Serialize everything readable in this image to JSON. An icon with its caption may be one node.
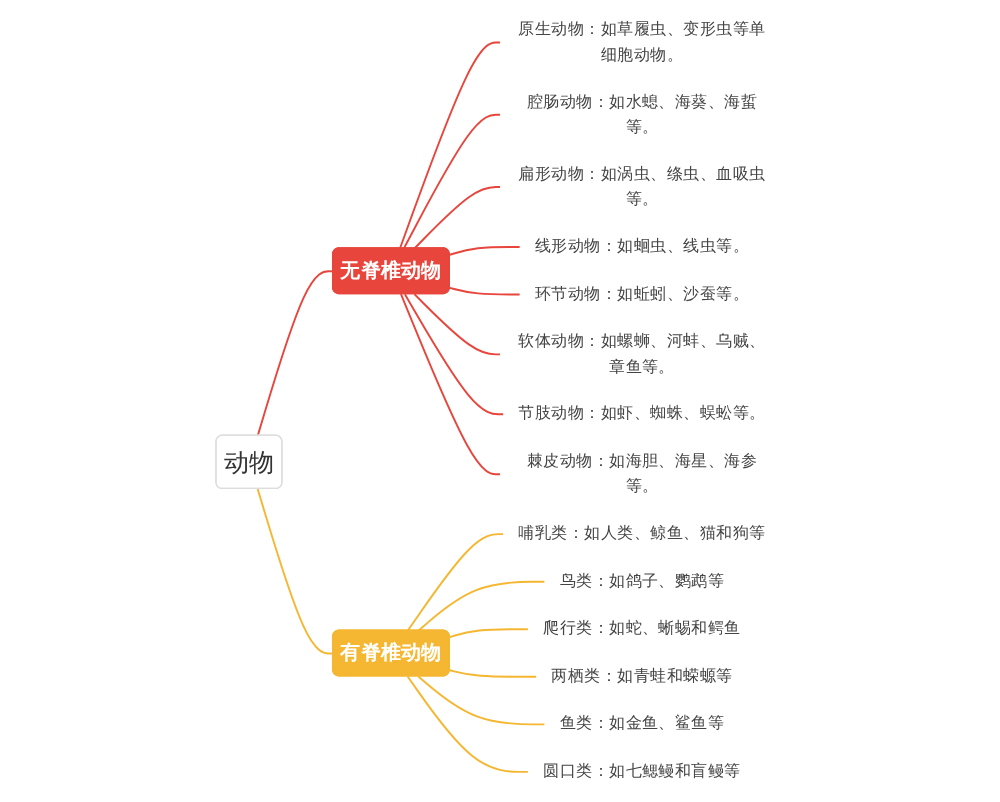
{
  "diagram": {
    "nodes": [
      {
        "text": [
          "动物"
        ]
      },
      {
        "text": [
          "无脊椎动物"
        ]
      },
      {
        "text": [
          "原生动物：如草履虫、变形虫等单细胞动物。"
        ]
      },
      {
        "text": [
          "腔肠动物：如水螅、海葵、海蜇等。"
        ]
      },
      {
        "text": [
          "扁形动物：如涡虫、绦虫、血吸虫等。"
        ]
      },
      {
        "text": [
          "线形动物：如蛔虫、线虫等。"
        ]
      },
      {
        "text": [
          "环节动物：如蚯蚓、沙蚕等。"
        ]
      },
      {
        "text": [
          "软体动物：如螺蛳、河蚌、乌贼、章鱼等。"
        ]
      },
      {
        "text": [
          "节肢动物：如虾、蜘蛛、蜈蚣等。"
        ]
      },
      {
        "text": [
          "棘皮动物：如海胆、海星、海参等。"
        ]
      },
      {
        "text": [
          "有脊椎动物"
        ]
      },
      {
        "text": [
          "哺乳类：如人类、鲸鱼、猫和狗等"
        ]
      },
      {
        "text": [
          "鸟类：如鸽子、鹦鹉等"
        ]
      },
      {
        "text": [
          "爬行类：如蛇、蜥蜴和鳄鱼"
        ]
      },
      {
        "text": [
          "两栖类：如青蛙和蝾螈等"
        ]
      },
      {
        "text": [
          "鱼类：如金鱼、鲨鱼等"
        ]
      },
      {
        "text": [
          "圆口类：如七鳃鳗和盲鳗等"
        ]
      }
    ],
    "edges": [
      {
        "from": 0,
        "to": 1,
        "arrow": "none"
      },
      {
        "from": 1,
        "to": 2,
        "arrow": "none"
      },
      {
        "from": 1,
        "to": 3,
        "arrow": "none"
      },
      {
        "from": 1,
        "to": 4,
        "arrow": "none"
      },
      {
        "from": 1,
        "to": 5,
        "arrow": "none"
      },
      {
        "from": 1,
        "to": 6,
        "arrow": "none"
      },
      {
        "from": 1,
        "to": 7,
        "arrow": "none"
      },
      {
        "from": 1,
        "to": 8,
        "arrow": "none"
      },
      {
        "from": 1,
        "to": 9,
        "arrow": "none"
      },
      {
        "from": 0,
        "to": 10,
        "arrow": "none",
        "color": "#f5b731"
      },
      {
        "from": 10,
        "to": 11,
        "arrow": "none",
        "color": "#f5b731"
      },
      {
        "from": 10,
        "to": 12,
        "arrow": "none",
        "color": "#f5b731"
      },
      {
        "from": 10,
        "to": 13,
        "arrow": "none",
        "color": "#f5b731"
      },
      {
        "from": 10,
        "to": 14,
        "arrow": "none",
        "color": "#f5b731"
      },
      {
        "from": 10,
        "to": 15,
        "arrow": "none",
        "color": "#f5b731"
      },
      {
        "from": 10,
        "to": 16,
        "arrow": "none",
        "color": "#f5b731"
      }
    ]
  }
}
